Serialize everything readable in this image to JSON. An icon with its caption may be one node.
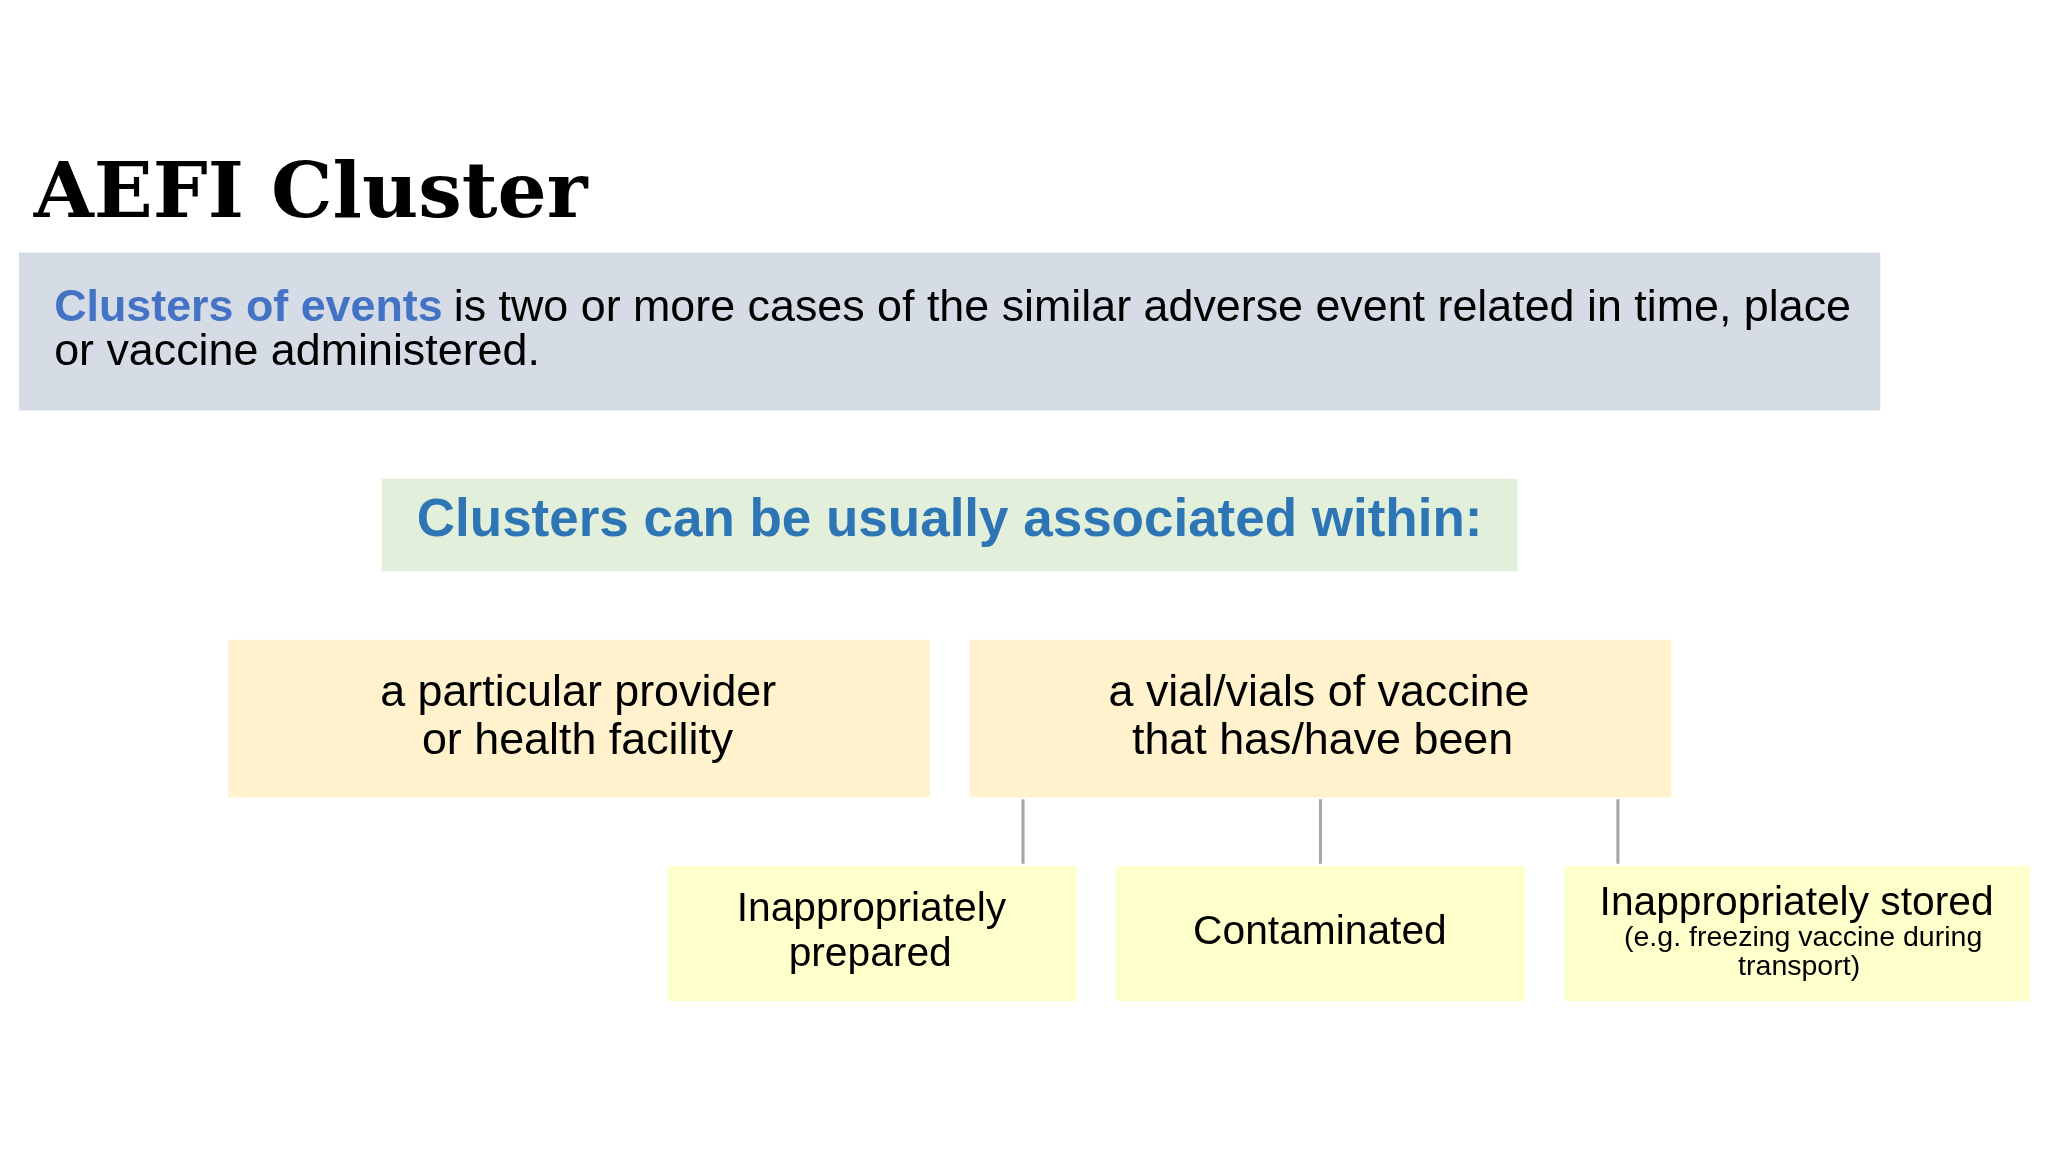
{
  "diagram": {
    "title": "AEFI Cluster",
    "nodes": [
      {
        "text": [
          "**Clusters of events** is two or more cases of the similar adverse event related in time, place or vaccine administered."
        ]
      },
      {
        "text": [
          "Clusters can be usually associated within:"
        ]
      },
      {
        "text": [
          "a particular provider or health facility"
        ]
      },
      {
        "text": [
          "a vial/vials of vaccine that has/have been"
        ]
      },
      {
        "text": [
          "Inappropriately prepared"
        ]
      },
      {
        "text": [
          "Contaminated"
        ]
      },
      {
        "text": [
          "Inappropriately stored",
          "(e.g. freezing vaccine during transport)"
        ]
      }
    ],
    "edges": [
      {
        "from": 3,
        "to": 4,
        "arrow": "none"
      },
      {
        "from": 3,
        "to": 5,
        "arrow": "none"
      },
      {
        "from": 3,
        "to": 6,
        "arrow": "none"
      }
    ]
  }
}
